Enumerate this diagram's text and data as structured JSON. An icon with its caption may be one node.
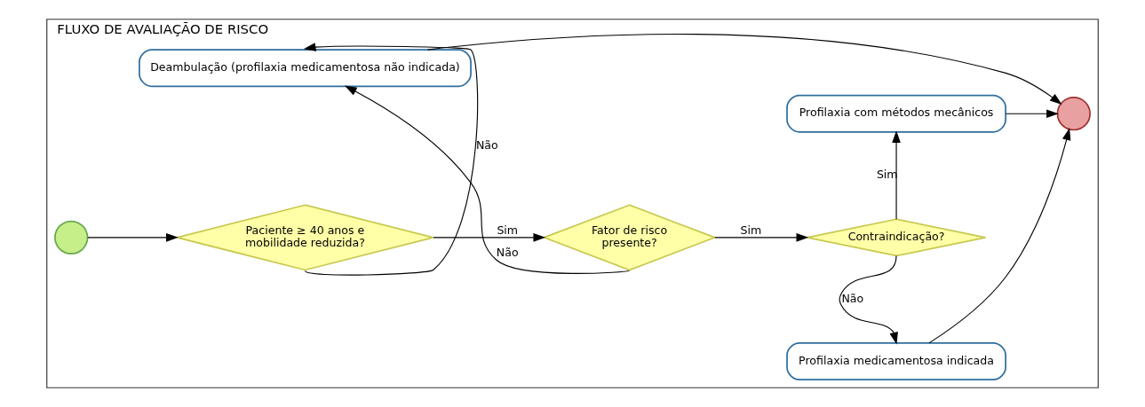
{
  "diagram": {
    "nodes": [
      {
        "text": [
          "FLUXO DE AVALIAÇÃO DE RISCO"
        ]
      },
      {
        "text": [],
        "shape": "circle",
        "in": 0
      },
      {
        "text": [
          "Paciente ≥ 40 anos e mobilidade reduzida?"
        ],
        "in": 0
      },
      {
        "text": [
          "Fator de risco presente?"
        ],
        "in": 0
      },
      {
        "text": [
          "Contraindicação?"
        ],
        "in": 0
      },
      {
        "text": [
          "Profilaxia com métodos mecânicos"
        ],
        "in": 0
      },
      {
        "text": [
          "Deambulação (profilaxia medicamentosa não indicada)"
        ],
        "in": 0
      },
      {
        "text": [
          "Profilaxia medicamentosa indicada"
        ],
        "in": 0
      },
      {
        "text": [],
        "shape": "circle",
        "in": 0
      }
    ],
    "edges": [
      {
        "from": 1,
        "to": 2,
        "arrow": "to"
      },
      {
        "from": 2,
        "to": 3,
        "arrow": "to",
        "label": "Sim"
      },
      {
        "from": 3,
        "to": 4,
        "arrow": "to",
        "label": "Sim"
      },
      {
        "from": 4,
        "to": 5,
        "arrow": "to",
        "label": "Sim"
      },
      {
        "from": 2,
        "to": 6,
        "arrow": "to",
        "label": "Não"
      },
      {
        "from": 3,
        "to": 6,
        "arrow": "to",
        "label": "Não"
      },
      {
        "from": 4,
        "to": 7,
        "arrow": "to",
        "label": "Não"
      },
      {
        "from": 5,
        "to": 8,
        "arrow": "to"
      },
      {
        "from": 6,
        "to": 8,
        "arrow": "to"
      },
      {
        "from": 7,
        "to": 8,
        "arrow": "to"
      }
    ]
  }
}
